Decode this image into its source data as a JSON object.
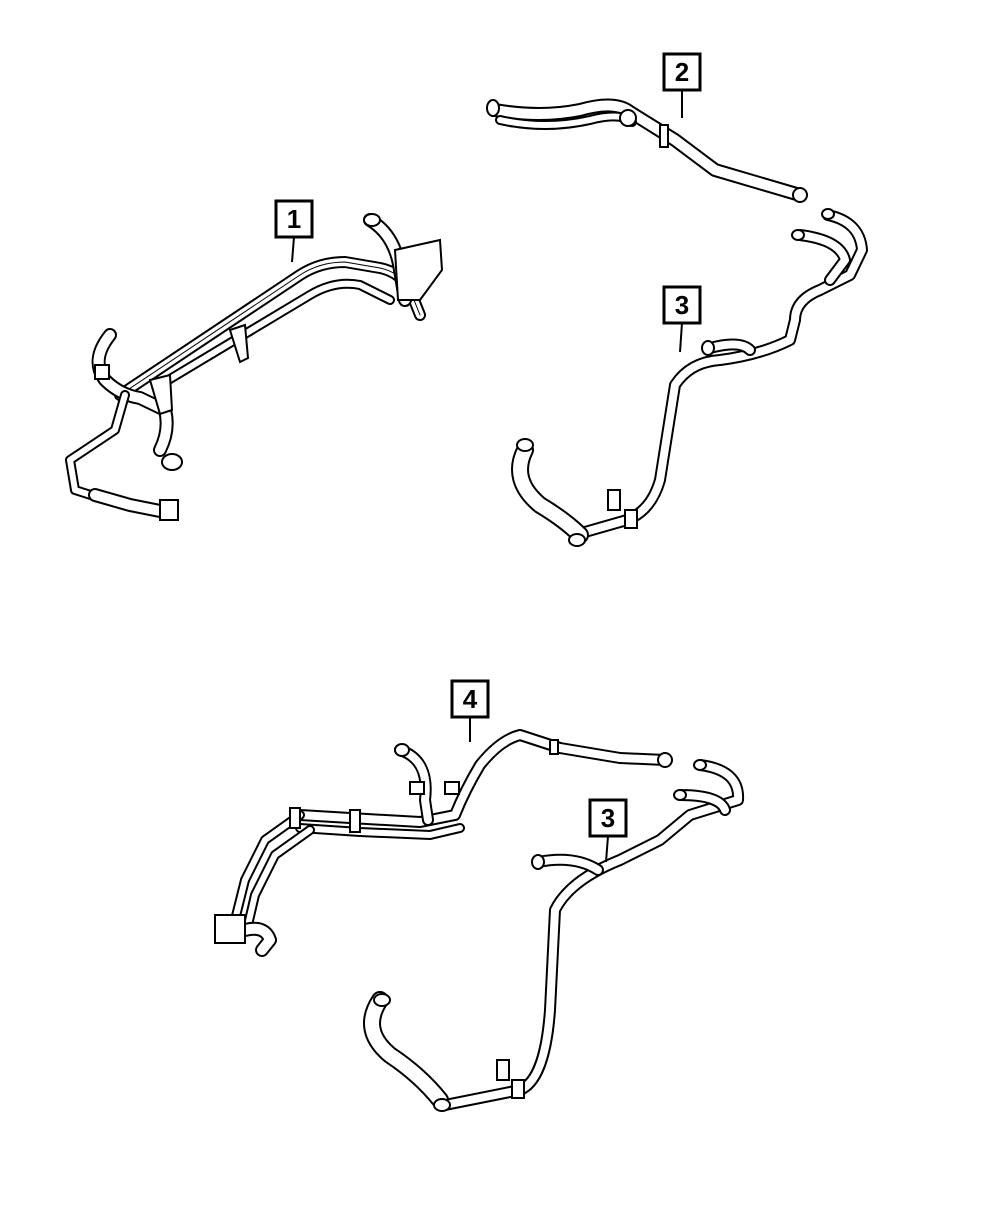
{
  "callouts": [
    {
      "id": "1",
      "label": "1"
    },
    {
      "id": "2",
      "label": "2"
    },
    {
      "id": "3a",
      "label": "3"
    },
    {
      "id": "4",
      "label": "4"
    },
    {
      "id": "3b",
      "label": "3"
    }
  ],
  "colors": {
    "line": "#000000",
    "fill": "#ffffff"
  }
}
